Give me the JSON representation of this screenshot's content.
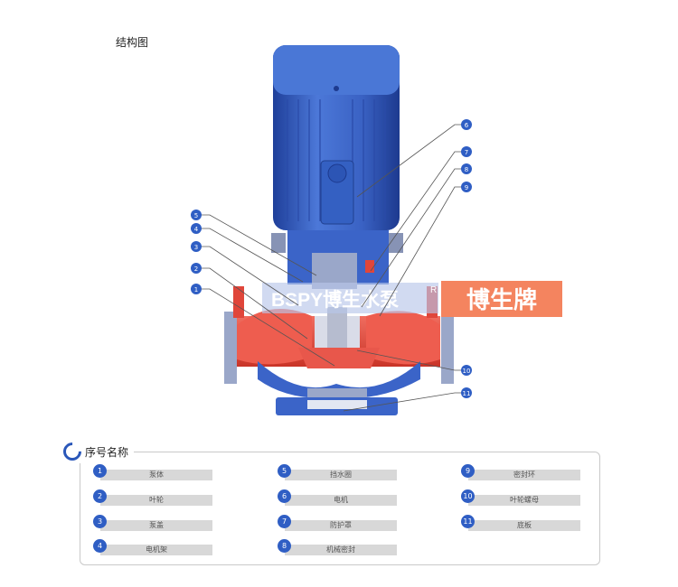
{
  "heading": "结构图",
  "legend_title": "序号名称",
  "watermark": {
    "logo": "BSPY博生水泵",
    "brand": "博生牌",
    "registered": "R"
  },
  "callouts": [
    "1",
    "2",
    "3",
    "4",
    "5",
    "6",
    "7",
    "8",
    "9",
    "10",
    "11"
  ],
  "legend": [
    {
      "num": "1",
      "name": "泵体"
    },
    {
      "num": "2",
      "name": "叶轮"
    },
    {
      "num": "3",
      "name": "泵盖"
    },
    {
      "num": "4",
      "name": "电机架"
    },
    {
      "num": "5",
      "name": "挡水圈"
    },
    {
      "num": "6",
      "name": "电机"
    },
    {
      "num": "7",
      "name": "防护罩"
    },
    {
      "num": "8",
      "name": "机械密封"
    },
    {
      "num": "9",
      "name": "密封环"
    },
    {
      "num": "10",
      "name": "叶轮螺母"
    },
    {
      "num": "11",
      "name": "底板"
    }
  ],
  "colors": {
    "motor": "#3b64c8",
    "casing": "#e0463a",
    "callout": "#2f5ec4",
    "brand_bg": "#f4845f"
  }
}
